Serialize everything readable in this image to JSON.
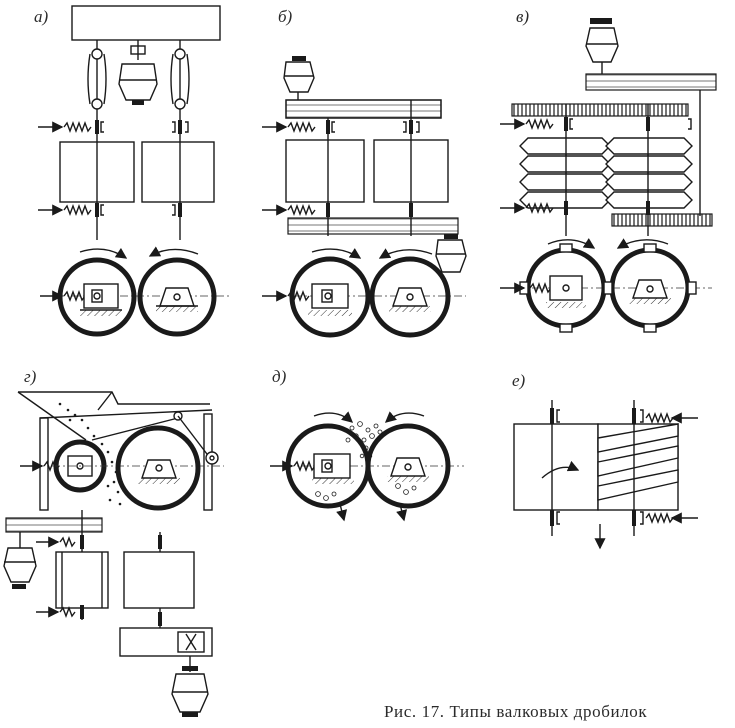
{
  "panels": {
    "a": "а)",
    "b": "б)",
    "v": "в)",
    "g": "г)",
    "d": "д)",
    "e": "е)"
  },
  "caption": "Рис. 17. Типы валковых дробилок"
}
